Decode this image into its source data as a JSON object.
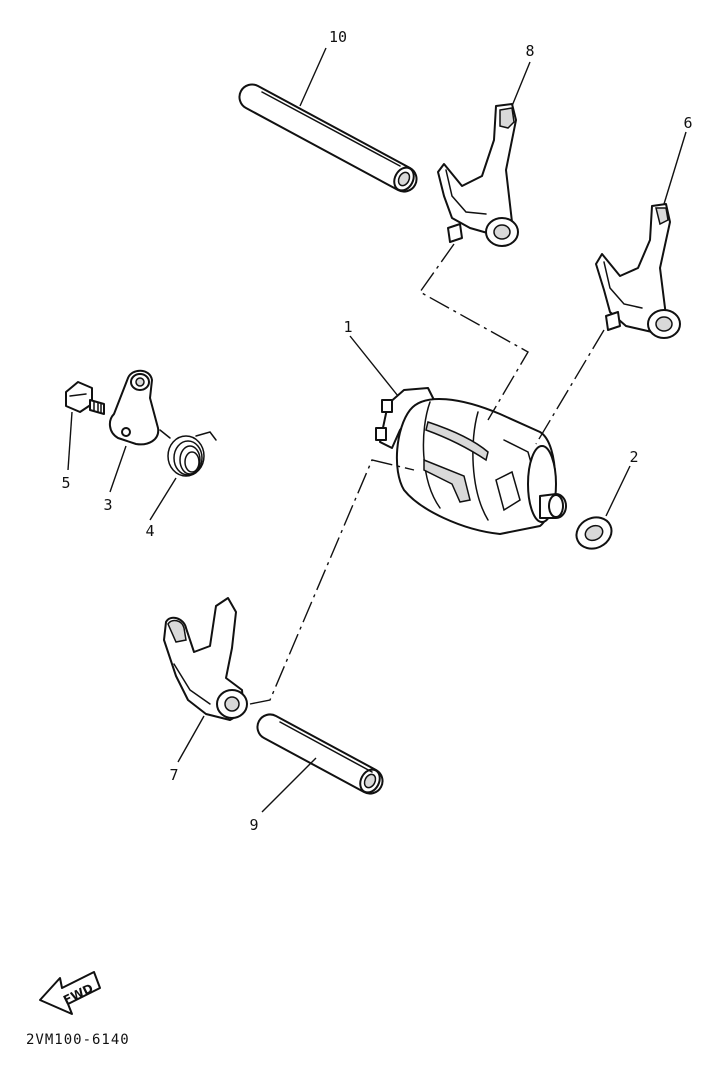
{
  "diagram_code": "2VM100-6140",
  "fwd_label": "FWD",
  "callouts": [
    {
      "id": "1",
      "label": "1"
    },
    {
      "id": "2",
      "label": "2"
    },
    {
      "id": "3",
      "label": "3"
    },
    {
      "id": "4",
      "label": "4"
    },
    {
      "id": "5",
      "label": "5"
    },
    {
      "id": "6",
      "label": "6"
    },
    {
      "id": "7",
      "label": "7"
    },
    {
      "id": "8",
      "label": "8"
    },
    {
      "id": "9",
      "label": "9"
    },
    {
      "id": "10",
      "label": "10"
    }
  ]
}
